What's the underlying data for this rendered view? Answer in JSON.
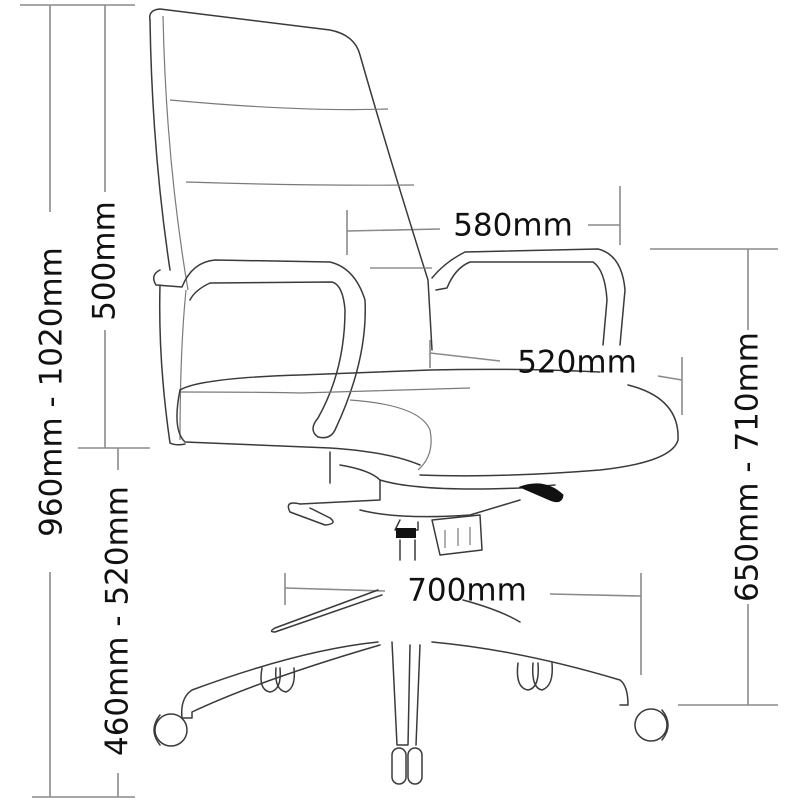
{
  "diagram": {
    "subject": "Office chair dimension drawing",
    "colors": {
      "line": "#3a3a3a",
      "dimension_line": "#8a8a8a",
      "text": "#111111",
      "background": "#ffffff"
    }
  },
  "dimensions": {
    "overall_height": {
      "label": "960mm - 1020mm",
      "orientation": "vertical",
      "position": "left-outer"
    },
    "backrest_height": {
      "label": "500mm",
      "orientation": "vertical",
      "position": "left-inner-top"
    },
    "seat_height": {
      "label": "460mm - 520mm",
      "orientation": "vertical",
      "position": "left-inner-bottom"
    },
    "overall_width": {
      "label": "580mm",
      "orientation": "horizontal",
      "position": "armrest-span"
    },
    "seat_depth": {
      "label": "520mm",
      "orientation": "horizontal",
      "position": "seat"
    },
    "base_width": {
      "label": "700mm",
      "orientation": "horizontal",
      "position": "base"
    },
    "armrest_height": {
      "label": "650mm - 710mm",
      "orientation": "vertical",
      "position": "right"
    }
  }
}
